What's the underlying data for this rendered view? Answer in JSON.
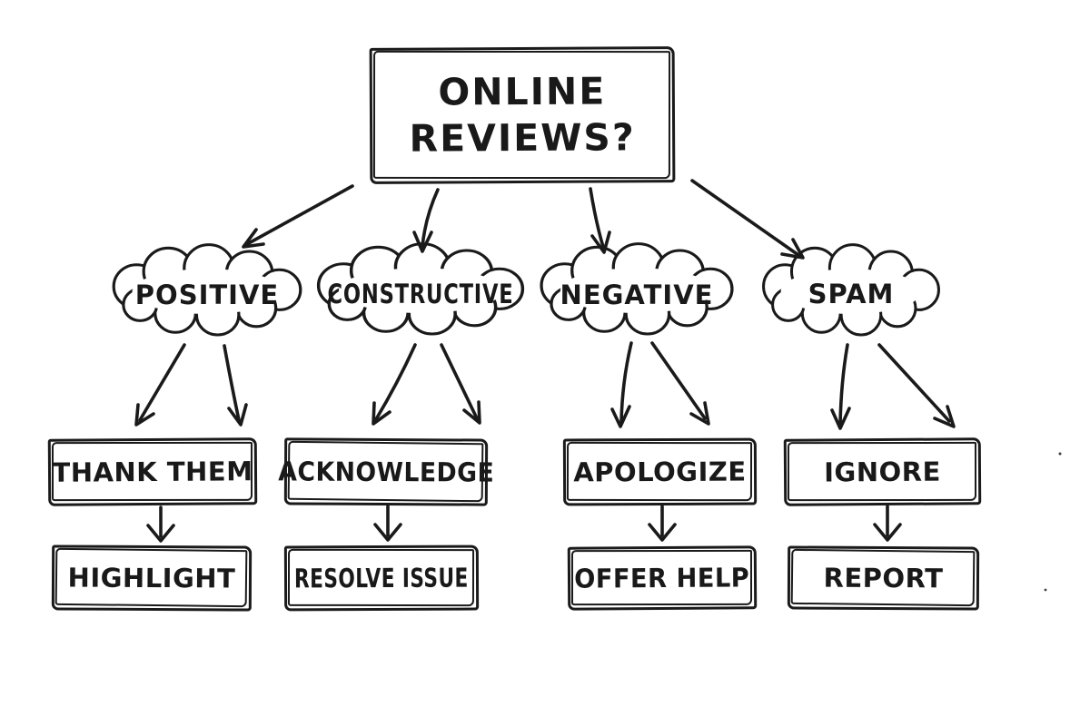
{
  "diagram": {
    "type": "flowchart",
    "root": {
      "label": "ONLINE REVIEWS?"
    },
    "branches": [
      {
        "category": "POSITIVE",
        "action": "THANK THEM",
        "followup": "HIGHLIGHT"
      },
      {
        "category": "CONSTRUCTIVE",
        "action": "ACKNOWLEDGE",
        "followup": "RESOLVE ISSUE"
      },
      {
        "category": "NEGATIVE",
        "action": "APOLOGIZE",
        "followup": "OFFER HELP"
      },
      {
        "category": "SPAM",
        "action": "IGNORE",
        "followup": "REPORT"
      }
    ],
    "style": {
      "ink_color": "#1a1a1a",
      "background_color": "#ffffff"
    }
  }
}
